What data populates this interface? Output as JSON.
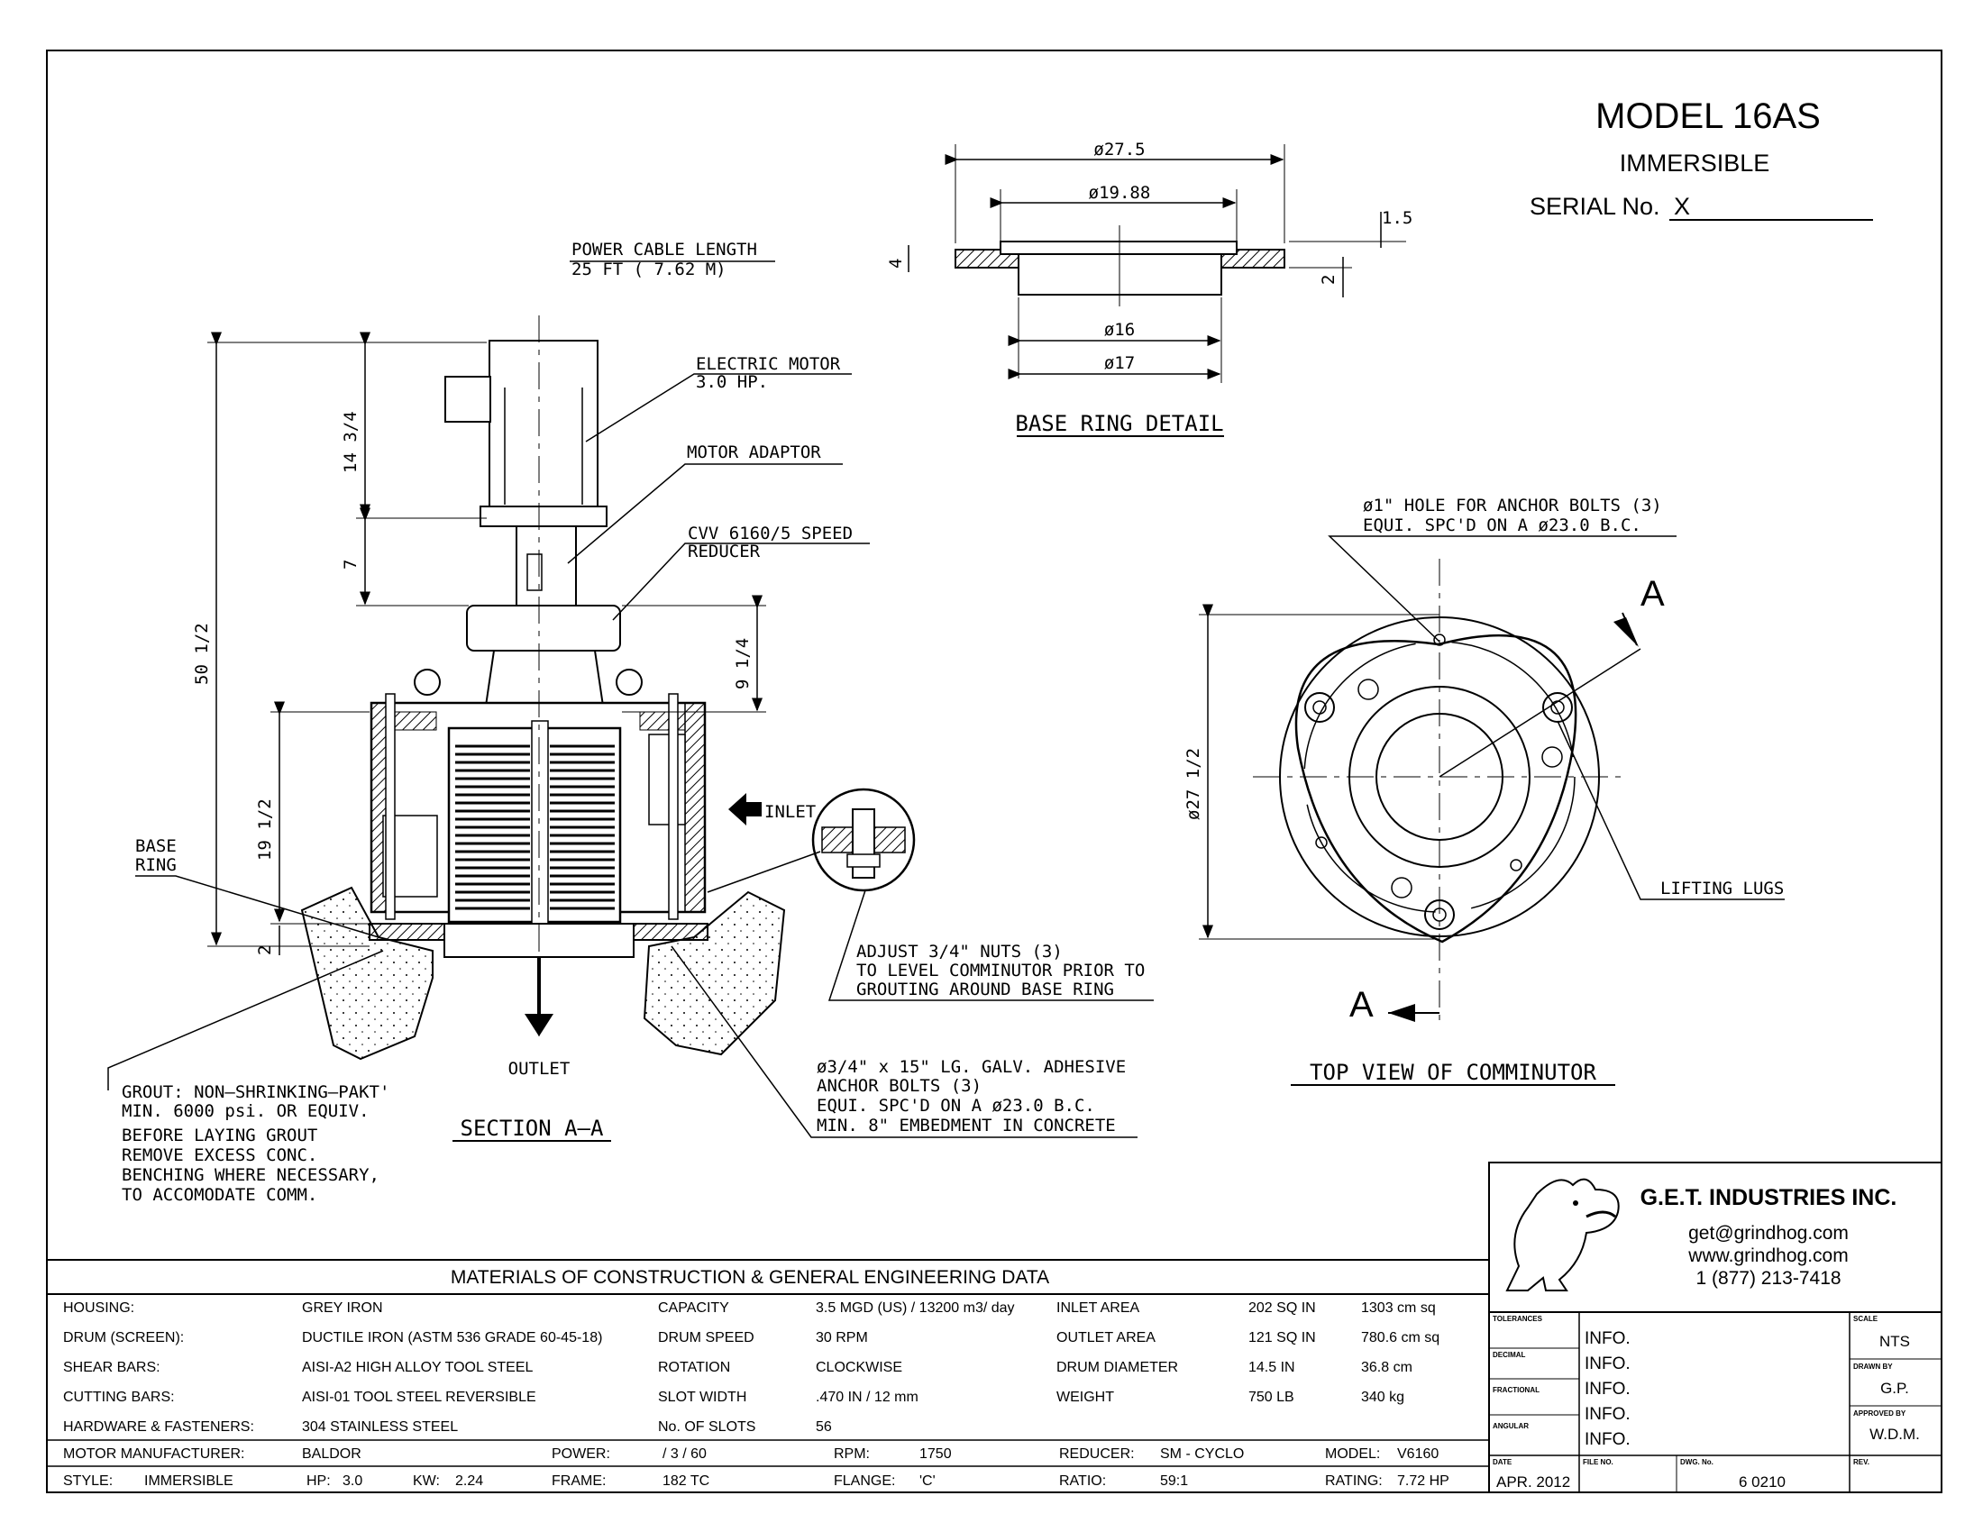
{
  "header": {
    "model": "MODEL 16AS",
    "type": "IMMERSIBLE",
    "serial_label": "SERIAL No.",
    "serial_value": "X"
  },
  "base_ring_detail": {
    "title": "BASE RING DETAIL",
    "d_outer": "ø27.5",
    "d_inner_top": "ø19.88",
    "d_16": "ø16",
    "d_17": "ø17",
    "dim_4": "4",
    "dim_2": "2",
    "dim_1_5": "1.5"
  },
  "section": {
    "title": "SECTION A–A",
    "power_cable_1": "POWER CABLE LENGTH",
    "power_cable_2": "25 FT ( 7.62 M)",
    "motor_1": "ELECTRIC MOTOR",
    "motor_2": "3.0 HP.",
    "adaptor": "MOTOR ADAPTOR",
    "reducer_1": "CVV 6160/5 SPEED",
    "reducer_2": "REDUCER",
    "inlet": "INLET",
    "outlet": "OUTLET",
    "base_ring_1": "BASE",
    "base_ring_2": "RING",
    "dim_14_3_4": "14 3/4",
    "dim_7": "7",
    "dim_50_1_2": "50 1/2",
    "dim_9_1_4": "9 1/4",
    "dim_19_1_2": "19 1/2",
    "dim_2": "2",
    "adjust_1": "ADJUST 3/4\" NUTS (3)",
    "adjust_2": "TO LEVEL COMMINUTOR PRIOR TO",
    "adjust_3": "GROUTING AROUND BASE RING",
    "anchor_1": "ø3/4\" x 15\" LG. GALV. ADHESIVE",
    "anchor_2": "ANCHOR BOLTS (3)",
    "anchor_3": "EQUI. SPC'D ON A ø23.0 B.C.",
    "anchor_4": "MIN. 8\" EMBEDMENT IN CONCRETE",
    "grout_1": "GROUT: NON–SHRINKING–PAKT'",
    "grout_2": "MIN. 6000 psi. OR EQUIV.",
    "grout_3": "BEFORE LAYING GROUT",
    "grout_4": "REMOVE EXCESS CONC.",
    "grout_5": "BENCHING WHERE NECESSARY,",
    "grout_6": "TO ACCOMODATE COMM."
  },
  "top_view": {
    "title": "TOP VIEW OF COMMINUTOR",
    "hole_1": "ø1\" HOLE FOR ANCHOR BOLTS (3)",
    "hole_2": "EQUI. SPC'D ON A ø23.0 B.C.",
    "lugs": "LIFTING LUGS",
    "dim": "ø27 1/2",
    "arrow_a_top": "A",
    "arrow_a_bottom": "A"
  },
  "company": {
    "name": "G.E.T. INDUSTRIES INC.",
    "email": "get@grindhog.com",
    "web": "www.grindhog.com",
    "phone": "1 (877) 213-7418"
  },
  "title_block": {
    "tolerances": "TOLERANCES",
    "decimal": "DECIMAL",
    "fractional": "FRACTIONAL",
    "angular": "ANGULAR",
    "info": [
      "INFO.",
      "INFO.",
      "INFO.",
      "INFO.",
      "INFO."
    ],
    "scale_label": "SCALE",
    "scale_value": "NTS",
    "drawn_label": "DRAWN BY",
    "drawn_value": "G.P.",
    "approved_label": "APPROVED BY",
    "approved_value": "W.D.M.",
    "date_label": "DATE",
    "date_value": "APR. 2012",
    "file_label": "FILE NO.",
    "dwg_label": "DWG. No.",
    "dwg_value": "6 0210",
    "rev_label": "REV."
  },
  "materials": {
    "title": "MATERIALS OF CONSTRUCTION & GENERAL  ENGINEERING  DATA",
    "rows": [
      [
        "HOUSING:",
        "GREY IRON",
        "CAPACITY",
        "3.5 MGD (US)  / 13200 m3/ day",
        "INLET  AREA",
        "202 SQ IN",
        "1303 cm sq"
      ],
      [
        "DRUM (SCREEN):",
        "DUCTILE IRON (ASTM 536 GRADE 60-45-18)",
        "DRUM  SPEED",
        "30 RPM",
        "OUTLET  AREA",
        "121 SQ IN",
        "780.6 cm sq"
      ],
      [
        "SHEAR BARS:",
        "AISI-A2 HIGH ALLOY TOOL STEEL",
        "ROTATION",
        "CLOCKWISE",
        "DRUM  DIAMETER",
        "14.5 IN",
        "36.8 cm"
      ],
      [
        "CUTTING BARS:",
        "AISI-01 TOOL STEEL REVERSIBLE",
        "SLOT  WIDTH",
        ".470 IN /  12 mm",
        "WEIGHT",
        "750 LB",
        "340 kg"
      ],
      [
        "HARDWARE & FASTENERS:",
        "304 STAINLESS STEEL",
        "No. OF SLOTS",
        "56",
        "",
        "",
        ""
      ]
    ],
    "motor_row": [
      "MOTOR MANUFACTURER:",
      "BALDOR",
      "POWER:",
      "/  3  /  60",
      "RPM:",
      "1750",
      "REDUCER:",
      "SM - CYCLO",
      "MODEL:",
      "V6160"
    ],
    "style_row": [
      "STYLE:",
      "IMMERSIBLE",
      "HP:",
      "3.0",
      "KW:",
      "2.24",
      "FRAME:",
      "182 TC",
      "FLANGE:",
      "'C'",
      "RATIO:",
      "59:1",
      "RATING:",
      "7.72 HP"
    ]
  }
}
